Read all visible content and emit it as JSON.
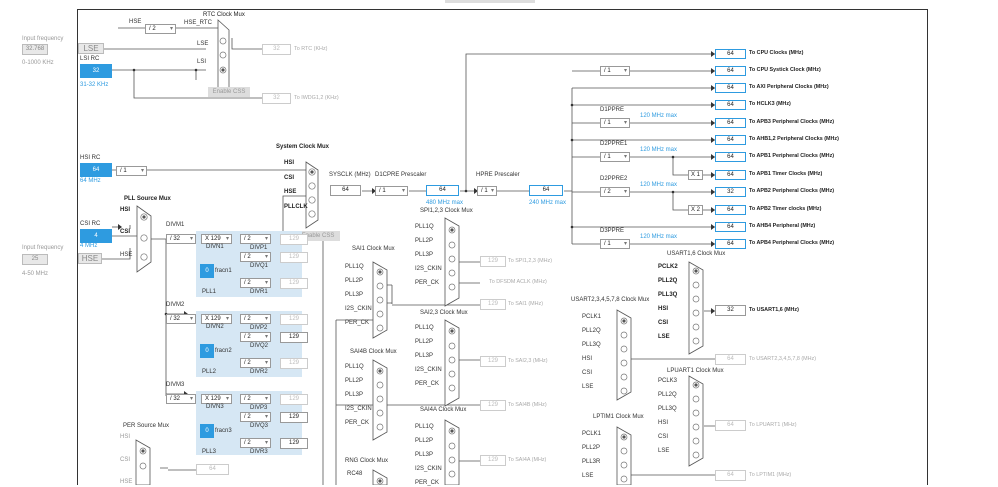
{
  "input_frequency_label": "Input frequency",
  "lse": {
    "name": "LSE",
    "value": "32.768",
    "range": "0-1000 KHz"
  },
  "lsi": {
    "name": "LSI RC",
    "value": "32",
    "range": "31-32 KHz"
  },
  "hsi": {
    "name": "HSI RC",
    "value": "64",
    "freq": "64 MHz",
    "div": "/ 1"
  },
  "csi": {
    "name": "CSI RC",
    "value": "4",
    "freq": "4 MHz"
  },
  "hse": {
    "name": "HSE",
    "value": "25",
    "range": "4-50 MHz"
  },
  "rtc": {
    "mux_title": "RTC Clock Mux",
    "hse_div": "/ 2",
    "hse_label": "HSE",
    "hse_rtc": "HSE_RTC",
    "lse": "LSE",
    "lsi": "LSI",
    "to_rtc_value": "32",
    "to_rtc": "To RTC (KHz)",
    "enable_css": "Enable CSS",
    "iwdg_value": "32",
    "iwdg": "To IWDG1,2 (KHz)"
  },
  "sysclk_mux": {
    "title": "System Clock Mux",
    "inputs": [
      "HSI",
      "CSI",
      "HSE",
      "PLLCLK"
    ],
    "enable_css": "Enable CSS"
  },
  "sysclk": {
    "label": "SYSCLK (MHz)",
    "value": "64"
  },
  "d1cpre": {
    "label": "D1CPRE Prescaler",
    "div": "/ 1",
    "value": "64",
    "max": "480 MHz max"
  },
  "hpre": {
    "label": "HPRE Prescaler",
    "div": "/ 1",
    "value": "64",
    "max": "240 MHz max"
  },
  "pll_source": {
    "title": "PLL Source Mux",
    "inputs": [
      "HSI",
      "CSI",
      "HSE"
    ]
  },
  "pll1": {
    "divm_label": "DIVM1",
    "divm": "/ 32",
    "mult": "X 129",
    "divn": "DIVN1",
    "fracn": "fracn1",
    "name": "PLL1",
    "outputs": [
      {
        "div": "/ 2",
        "label": "DIVP1",
        "value": "129"
      },
      {
        "div": "/ 2",
        "label": "DIVQ1",
        "value": "129"
      },
      {
        "div": "/ 2",
        "label": "DIVR1",
        "value": "129"
      }
    ],
    "frac": "0"
  },
  "pll2": {
    "divm_label": "DIVM2",
    "divm": "/ 32",
    "mult": "X 129",
    "divn": "DIVN2",
    "fracn": "fracn2",
    "name": "PLL2",
    "outputs": [
      {
        "div": "/ 2",
        "label": "DIVP2",
        "value": "129"
      },
      {
        "div": "/ 2",
        "label": "DIVQ2",
        "value": "129"
      },
      {
        "div": "/ 2",
        "label": "DIVR2",
        "value": "129"
      }
    ],
    "frac": "0"
  },
  "pll3": {
    "divm_label": "DIVM3",
    "divm": "/ 32",
    "mult": "X 129",
    "divn": "DIVN3",
    "fracn": "fracn3",
    "name": "PLL3",
    "outputs": [
      {
        "div": "/ 2",
        "label": "DIVP3",
        "value": "129"
      },
      {
        "div": "/ 2",
        "label": "DIVQ3",
        "value": "129"
      },
      {
        "div": "/ 2",
        "label": "DIVR3",
        "value": "129"
      }
    ],
    "frac": "0"
  },
  "per_source": {
    "title": "PER Source Mux",
    "inputs": [
      "HSI",
      "CSI",
      "HSE"
    ],
    "value": "64"
  },
  "outputs": [
    {
      "div": "",
      "value": "64",
      "label": "To CPU Clocks (MHz)"
    },
    {
      "div": "/ 1",
      "value": "64",
      "label": "To CPU Systick Clock (MHz)"
    },
    {
      "div": "",
      "value": "64",
      "label": "To AXI Peripheral Clocks (MHz)"
    },
    {
      "div": "",
      "value": "64",
      "label": "To HCLK3 (MHz)"
    },
    {
      "div": "/ 1",
      "value": "64",
      "label": "To APB3 Peripheral Clocks (MHz)",
      "pre": "D1PPRE",
      "max": "120 MHz max"
    },
    {
      "div": "",
      "value": "64",
      "label": "To AHB1,2 Peripheral Clocks (MHz)"
    },
    {
      "div": "/ 1",
      "value": "64",
      "label": "To APB1 Peripheral Clocks (MHz)",
      "pre": "D2PPRE1",
      "max": "120 MHz max"
    },
    {
      "div": "X 1",
      "value": "64",
      "label": "To APB1 Timer Clocks (MHz)"
    },
    {
      "div": "/ 2",
      "value": "32",
      "label": "To APB2 Peripheral Clocks (MHz)",
      "pre": "D2PPRE2",
      "max": "120 MHz max"
    },
    {
      "div": "X 2",
      "value": "64",
      "label": "To APB2 Timer clocks (MHz)"
    },
    {
      "div": "",
      "value": "64",
      "label": "To AHB4 Peripheral (MHz)"
    },
    {
      "div": "/ 1",
      "value": "64",
      "label": "To APB4 Peripheral Clocks (MHz)",
      "pre": "D3PPRE",
      "max": "120 MHz max"
    }
  ],
  "spi123": {
    "title": "SPI1,2,3 Clock Mux",
    "inputs": [
      "PLL1Q",
      "PLL2P",
      "PLL3P",
      "I2S_CKIN",
      "PER_CK"
    ],
    "value1": "129",
    "label1": "To SPI1,2,3 (MHz)",
    "label2": "To DFSDM ACLK (MHz)"
  },
  "sai1": {
    "title": "SAI1 Clock Mux",
    "inputs": [
      "PLL1Q",
      "PLL2P",
      "PLL3P",
      "I2S_CKIN",
      "PER_CK"
    ],
    "value": "129",
    "label": "To SAI1 (MHz)"
  },
  "sai23": {
    "title": "SAI2,3 Clock Mux",
    "inputs": [
      "PLL1Q",
      "PLL2P",
      "PLL3P",
      "I2S_CKIN",
      "PER_CK"
    ],
    "value": "129",
    "label": "To SAI2,3 (MHz)"
  },
  "sai4b": {
    "title": "SAI4B Clock Mux",
    "inputs": [
      "PLL1Q",
      "PLL2P",
      "PLL3P",
      "I2S_CKIN",
      "PER_CK"
    ],
    "value": "129",
    "label": "To SAI4B (MHz)"
  },
  "sai4a": {
    "title": "SAI4A Clock Mux",
    "inputs": [
      "PLL1Q",
      "PLL2P",
      "PLL3P",
      "I2S_CKIN",
      "PER_CK"
    ],
    "value": "129",
    "label": "To SAI4A (MHz)"
  },
  "rng": {
    "title": "RNG Clock Mux",
    "inputs": [
      "RC48"
    ]
  },
  "usart16": {
    "title": "USART1,6 Clock Mux",
    "inputs": [
      "PCLK2",
      "PLL2Q",
      "PLL3Q",
      "HSI",
      "CSI",
      "LSE"
    ],
    "value": "32",
    "label": "To USART1,6 (MHz)"
  },
  "usart2": {
    "title": "USART2,3,4,5,7,8 Clock Mux",
    "inputs": [
      "PCLK1",
      "PLL2Q",
      "PLL3Q",
      "HSI",
      "CSI",
      "LSE"
    ],
    "value": "64",
    "label": "To USART2,3,4,5,7,8 (MHz)"
  },
  "lpuart1": {
    "title": "LPUART1 Clock Mux",
    "inputs": [
      "PCLK3",
      "PLL2Q",
      "PLL3Q",
      "HSI",
      "CSI",
      "LSE"
    ],
    "value": "64",
    "label": "To LPUART1 (MHz)"
  },
  "lptim1": {
    "title": "LPTIM1 Clock Mux",
    "inputs": [
      "PCLK1",
      "PLL2P",
      "PLL3R",
      "LSE"
    ],
    "value": "64",
    "label": "To LPTIM1 (MHz)"
  }
}
